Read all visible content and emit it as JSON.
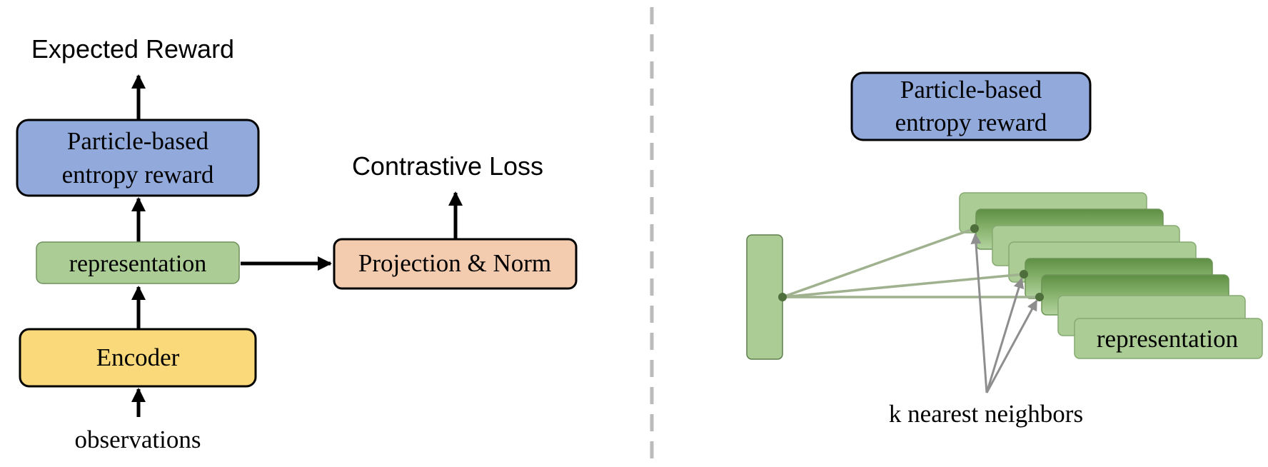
{
  "left": {
    "expected_reward_label": "Expected Reward",
    "reward_box_line1": "Particle-based",
    "reward_box_line2": "entropy reward",
    "representation_label": "representation",
    "encoder_label": "Encoder",
    "observations_label": "observations",
    "contrastive_loss_label": "Contrastive Loss",
    "projection_label": "Projection & Norm"
  },
  "right": {
    "reward_box_line1": "Particle-based",
    "reward_box_line2": "entropy reward",
    "representation_label": "representation",
    "knn_label": "k nearest neighbors"
  },
  "colors": {
    "reward_box": "#91A9DB",
    "representation_box": "#ABCD95",
    "encoder_box": "#F9D97A",
    "projection_box": "#F3CBAE",
    "divider": "#BBBBBB",
    "knn_arrows": "#8E8E8E",
    "query_arrows": "#9FB18F"
  }
}
